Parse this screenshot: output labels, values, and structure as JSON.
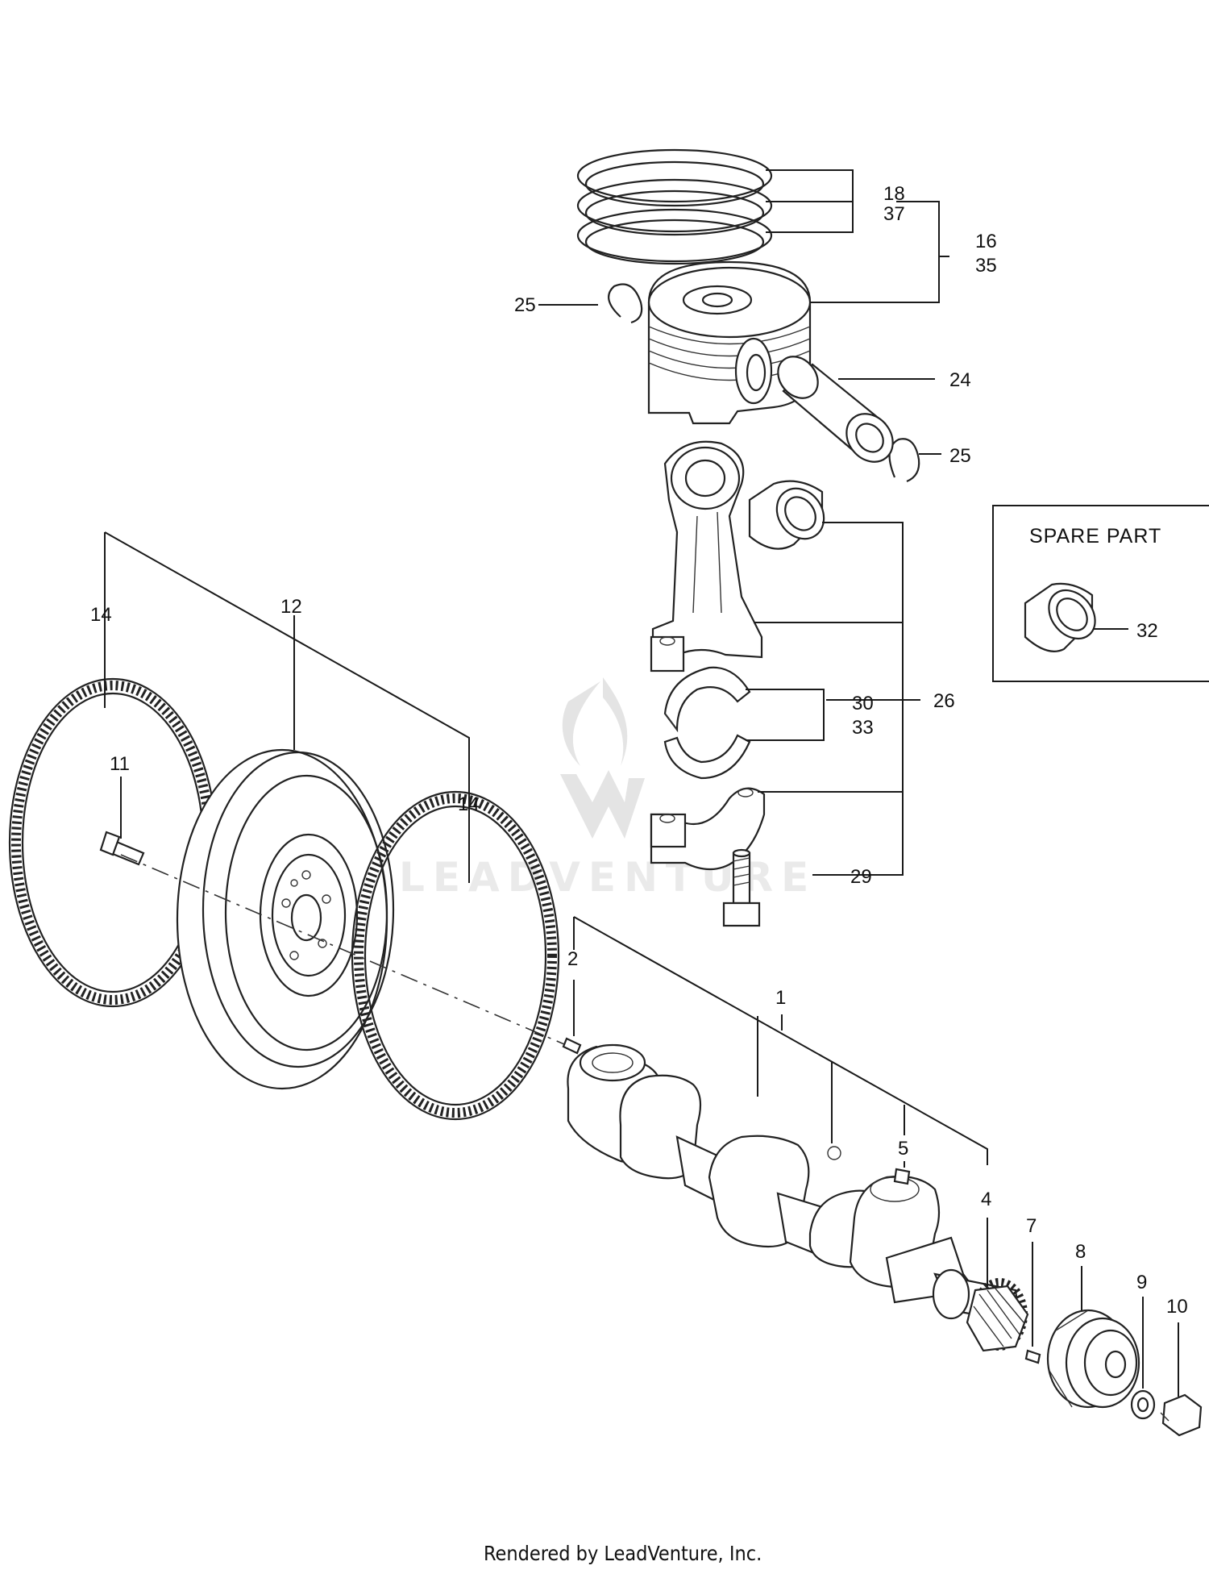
{
  "labels": {
    "p18": "18",
    "p37": "37",
    "p16": "16",
    "p35": "35",
    "p25a": "25",
    "p24": "24",
    "p25b": "25",
    "p26": "26",
    "p30": "30",
    "p33": "33",
    "p29": "29",
    "p32": "32",
    "p14a": "14",
    "p12": "12",
    "p11": "11",
    "p14b": "14",
    "p2": "2",
    "p1": "1",
    "p5": "5",
    "p4": "4",
    "p7": "7",
    "p8": "8",
    "p9": "9",
    "p10": "10"
  },
  "spare_box": {
    "title": "SPARE  PART"
  },
  "watermark": {
    "text": "LEADVENTURE"
  },
  "footer": {
    "text": "Rendered by LeadVenture, Inc."
  }
}
